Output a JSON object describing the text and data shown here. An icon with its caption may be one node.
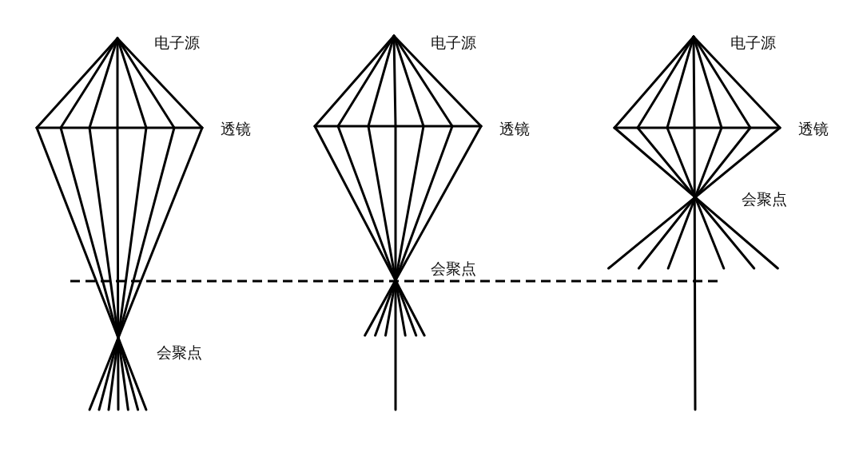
{
  "diagram": {
    "labels": [
      "电子源",
      "电子源",
      "电子源",
      "透镜",
      "透镜",
      "透镜",
      "会聚点",
      "会聚点",
      "会聚点"
    ]
  }
}
